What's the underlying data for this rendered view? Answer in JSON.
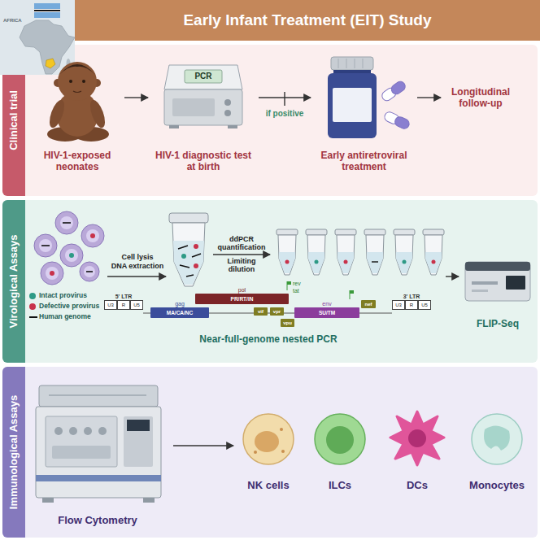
{
  "diagram": {
    "title": "Early Infant Treatment (EIT) Study",
    "nodes": [
      {
        "text": [
          "Clinical trial"
        ]
      },
      {
        "text": [
          "HIV-1-exposed neonates"
        ],
        "in": 0
      },
      {
        "text": [
          "PCR",
          "HIV-1 diagnostic test at birth"
        ],
        "in": 0
      },
      {
        "text": [
          "Early antiretroviral treatment"
        ],
        "in": 0
      },
      {
        "text": [
          "Longitudinal follow-up"
        ],
        "in": 0
      },
      {
        "text": [
          "Virological Assays"
        ]
      },
      {
        "text": [
          "5' LTR",
          "U3",
          "R",
          "U5"
        ],
        "in": 5
      },
      {
        "text": [
          "gag",
          "MA/CA/NC"
        ],
        "in": 5
      },
      {
        "text": [
          "pol",
          "PR/RT/IN"
        ],
        "in": 5
      },
      {
        "text": [
          "vif"
        ],
        "in": 5
      },
      {
        "text": [
          "vpr"
        ],
        "in": 5
      },
      {
        "text": [
          "vpu"
        ],
        "in": 5
      },
      {
        "text": [
          "env",
          "SU/TM"
        ],
        "in": 5
      },
      {
        "text": [
          "nef"
        ],
        "in": 5
      },
      {
        "text": [
          "3' LTR",
          "U3",
          "R",
          "U5"
        ],
        "in": 5
      },
      {
        "text": [
          "FLIP-Seq"
        ],
        "in": 5
      },
      {
        "text": [
          "Immunological Assays"
        ]
      },
      {
        "text": [
          "Flow Cytometry"
        ],
        "in": 16
      },
      {
        "text": [
          "NK cells"
        ],
        "in": 16
      },
      {
        "text": [
          "ILCs"
        ],
        "in": 16
      },
      {
        "text": [
          "DCs"
        ],
        "in": 16
      },
      {
        "text": [
          "Monocytes"
        ],
        "in": 16
      }
    ],
    "edges": [
      {
        "from": 1,
        "to": 2,
        "arrow": "to"
      },
      {
        "from": 2,
        "to": 3,
        "label": "if positive",
        "arrow": "to"
      },
      {
        "from": 3,
        "to": 4,
        "arrow": "to"
      },
      {
        "from": 17,
        "to": 18,
        "arrow": "to"
      }
    ],
    "labels": [
      "AFRICA",
      "Cell lysis",
      "DNA extraction",
      "ddPCR quantification",
      "Limiting dilution",
      "rev",
      "tat",
      "Near-full-genome nested PCR"
    ],
    "legend": [
      {
        "text": "Intact provirus",
        "color": "#2e9a86"
      },
      {
        "text": "Defective provirus",
        "color": "#c8324b"
      },
      {
        "text": "Human genome"
      }
    ]
  }
}
